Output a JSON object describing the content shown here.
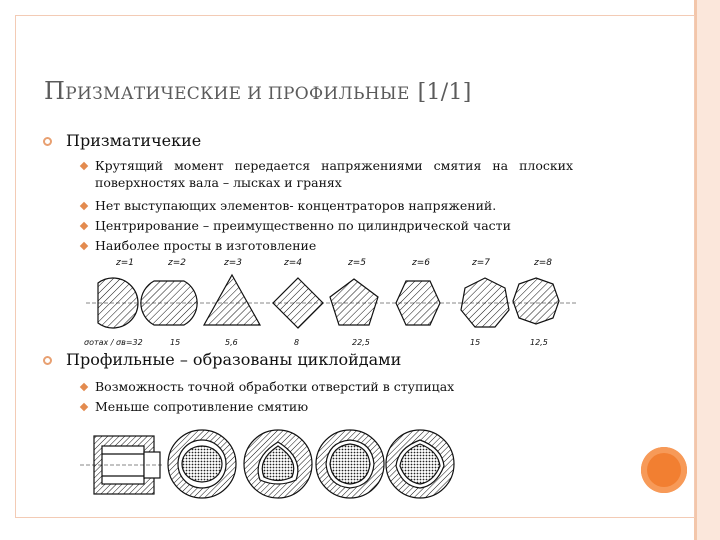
{
  "title": {
    "first_letter": "П",
    "rest": "РИЗМАТИЧЕСКИЕ И ПРОФИЛЬНЫЕ",
    "counter": "[1/1]"
  },
  "sections": [
    {
      "heading": "Призматичекие",
      "items": [
        "Крутящий момент передается напряжениями смятия на плоских",
        "поверхностях вала – лысках и гранях",
        "Нет выступающих элементов- концентраторов напряжений.",
        "Центрирование – преимущественно по цилиндрической части",
        "Наиболее просты в изготовление"
      ]
    },
    {
      "heading": "Профильные – образованы циклойдами",
      "items": [
        "Возможность точной обработки отверстий в ступицах",
        "Меньше сопротивление смятию"
      ]
    }
  ],
  "figure1": {
    "labels": [
      "z=1",
      "z=2",
      "z=3",
      "z=4",
      "z=5",
      "z=6",
      "z=7",
      "z=8"
    ],
    "bottom_labels": [
      "σотах / σв=32",
      "15",
      "5,6",
      "8",
      "22,5",
      "15",
      "12,5"
    ]
  },
  "colors": {
    "accent": "#e8a071",
    "frame": "#f3cbb5",
    "orange_circle": "#f27f31",
    "title": "#5b5b5b"
  }
}
